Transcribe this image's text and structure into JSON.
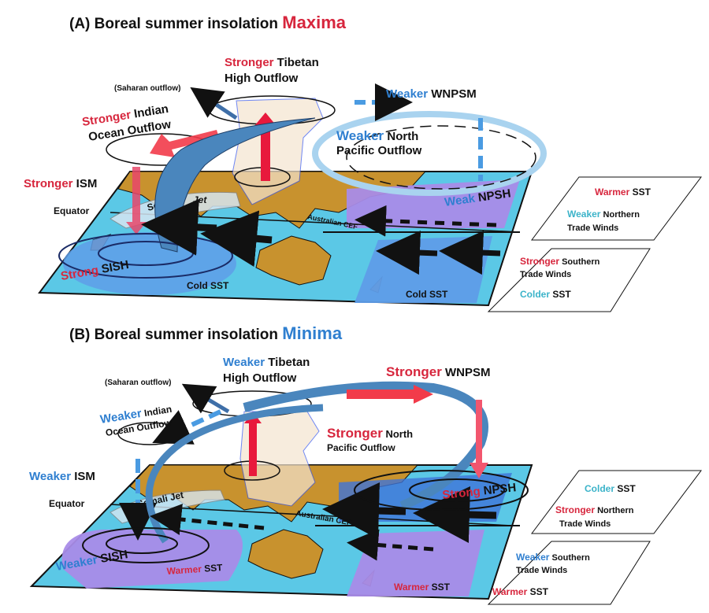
{
  "colors": {
    "ocean": "#5bc8e6",
    "land": "#c8922e",
    "warm": "#a98ce8",
    "cold": "#5f9de8",
    "red": "#d7263d",
    "blue": "#2f7fd0",
    "cyan": "#3bb3c9"
  },
  "panel_a": {
    "title_prefix": "(A) Boreal summer insolation ",
    "title_emph": "Maxima",
    "tibetan": {
      "emph": "Stronger",
      "rest": " Tibetan",
      "line2": "High Outflow"
    },
    "saharan": "(Saharan outflow)",
    "indian": {
      "emph": "Stronger",
      "rest": " Indian",
      "line2": "Ocean Outflow"
    },
    "ism": {
      "emph": "Stronger",
      "rest": " ISM"
    },
    "equator": "Equator",
    "somali": "Somali",
    "jet": "Jet",
    "sish": {
      "emph": "Strong",
      "rest": " SISH"
    },
    "cold_sst_left": "Cold SST",
    "wnpsm": {
      "emph": "Weaker",
      "rest": " WNPSM"
    },
    "np_outflow": {
      "emph": "Weaker",
      "rest": " North",
      "line2": "Pacific Outflow"
    },
    "npsh": {
      "emph": "Weak",
      "rest": " NPSH"
    },
    "ceF": "Australian CEF",
    "cold_sst_right": "Cold SST",
    "box_north": {
      "l1_emph": "Warmer",
      "l1_rest": " SST",
      "l2_emph": "Weaker",
      "l2_rest": " Northern",
      "l3": "Trade Winds"
    },
    "box_south": {
      "l1_emph": "Stronger",
      "l1_rest": " Southern",
      "l2": "Trade Winds",
      "l3_emph": "Colder",
      "l3_rest": " SST"
    }
  },
  "panel_b": {
    "title_prefix": "(B) Boreal summer insolation ",
    "title_emph": "Minima",
    "tibetan": {
      "emph": "Weaker",
      "rest": " Tibetan",
      "line2": "High Outflow"
    },
    "saharan": "(Saharan outflow)",
    "indian": {
      "emph": "Weaker",
      "rest": " Indian",
      "line2": "Ocean Outflow"
    },
    "ism": {
      "emph": "Weaker",
      "rest": " ISM"
    },
    "equator": "Equator",
    "somali": "Somali Jet",
    "sish": {
      "emph": "Weaker",
      "rest": " SISH"
    },
    "warm_sst_left": {
      "emph": "Warmer",
      "rest": " SST"
    },
    "wnpsm": {
      "emph": "Stronger",
      "rest": " WNPSM"
    },
    "np_outflow": {
      "emph": "Stronger",
      "rest": " North",
      "line2": "Pacific Outflow"
    },
    "npsh": {
      "emph": "Strong",
      "rest": " NPSH"
    },
    "ceF": "Australian CEF",
    "warm_sst_right": {
      "emph": "Warmer",
      "rest": " SST"
    },
    "box_north": {
      "l1_emph": "Colder",
      "l1_rest": " SST",
      "l2_emph": "Stronger",
      "l2_rest": " Northern",
      "l3": "Trade Winds"
    },
    "box_south": {
      "l1_emph": "Weaker",
      "l1_rest": " Southern",
      "l2": "Trade Winds",
      "l3_emph": "Warmer",
      "l3_rest": " SST"
    }
  }
}
